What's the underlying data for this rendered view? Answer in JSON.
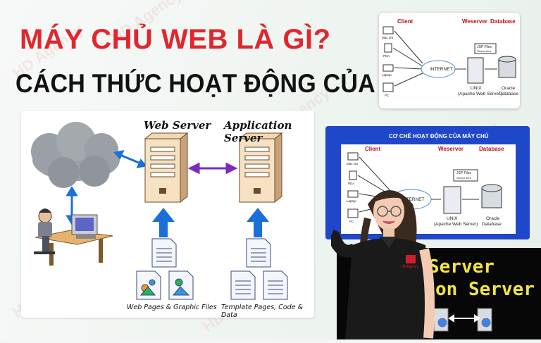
{
  "headline": {
    "line1": "MÁY CHỦ WEB LÀ GÌ?",
    "line2": "CÁCH THỨC HOẠT ĐỘNG CỦA MÁY CHỦ"
  },
  "main_diagram": {
    "web_server_label": "Web Server",
    "app_server_label": "Application Server",
    "caption_left": "Web Pages & Graphic Files",
    "caption_right": "Template Pages, Code & Data"
  },
  "top_right_diagram": {
    "client": "Client",
    "weserver": "Weserver",
    "database": "Database",
    "internet": "INTERNET",
    "jsp": "JSP Files",
    "jsp_sub": "Stored here",
    "unix": "UNIX",
    "apache": "(Apache Web Server)",
    "oracle": "Oracle",
    "oracle_sub": "Database",
    "dev1": "Mac OS",
    "dev2": "PDA",
    "dev3": "Laptop",
    "dev4": "PC"
  },
  "mid_diagram": {
    "title": "CƠ CHẾ HOẠT ĐỘNG CỦA MÁY CHỦ",
    "client": "Client",
    "weserver": "Weserver",
    "database": "Database",
    "internet": "INTERNET",
    "jsp": "JSP Files",
    "jsp_sub": "Stored here",
    "unix": "UNIX",
    "apache": "(Apache Web Server)",
    "oracle": "Oracle",
    "oracle_sub": "Database",
    "dev1": "Mac OS",
    "dev2": "PDA",
    "dev3": "Laptop",
    "dev4": "PC"
  },
  "bottom_panel": {
    "line1": "Server",
    "line2": "on Server"
  },
  "brand": {
    "watermark": "HD Agency",
    "shirt_logo": "HDAgency"
  },
  "colors": {
    "headline_red": "#e0272d",
    "headline_black": "#111111",
    "panel_blue": "#1f47c9",
    "arrow_blue": "#1a6fd8",
    "arrow_purple": "#7b2bbf",
    "bottom_text_yellow": "#f2e542"
  }
}
